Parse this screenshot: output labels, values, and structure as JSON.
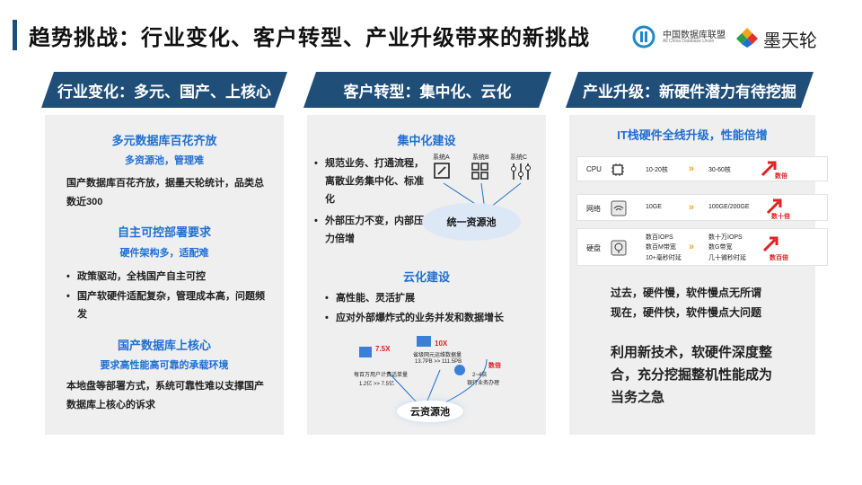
{
  "header": {
    "title": "趋势挑战：行业变化、客户转型、产业升级带来的新挑战",
    "logo1_text": "中国数据库联盟",
    "logo1_sub": "All China Database Union",
    "logo2_text": "墨天轮"
  },
  "columns": [
    {
      "banner": "行业变化：多元、国产、上核心",
      "sections": [
        {
          "heading": "多元数据库百花齐放",
          "subheading": "多资源池，管理难",
          "body": "国产数据库百花齐放，据墨天轮统计，品类总数近300"
        },
        {
          "heading": "自主可控部署要求",
          "subheading": "硬件架构多，适配难",
          "bullets": [
            "政策驱动，全栈国产自主可控",
            "国产软硬件适配复杂，管理成本高，问题频发"
          ]
        },
        {
          "heading": "国产数据库上核心",
          "subheading": "要求高性能高可靠的承载环境",
          "body": "本地盘等部署方式，系统可靠性难以支撑国产数据库上核心的诉求"
        }
      ]
    },
    {
      "banner": "客户转型：集中化、云化",
      "centralize": {
        "heading": "集中化建设",
        "bullets": [
          "规范业务、打通流程，离散业务集中化、标准化",
          "外部压力不变，内部压力倍增"
        ],
        "systems": [
          "系统A",
          "系统B",
          "系统C"
        ],
        "pool_label": "统一资源池"
      },
      "cloud": {
        "heading": "云化建设",
        "bullets": [
          "高性能、灵活扩展",
          "应对外部爆炸式的业务并发和数据增长"
        ],
        "pool_label": "云资源池",
        "items": [
          {
            "ratio": "7.5X",
            "line1": "每百万用户计费话单量",
            "line2": "1.2亿 >> 7.5亿"
          },
          {
            "ratio": "10X",
            "line1": "省级网元运维数据量",
            "line2": "13.7PB >> 111.5PB"
          },
          {
            "ratio": "数倍",
            "line1": "2~4倍",
            "line2": "银行业务办理"
          }
        ]
      }
    },
    {
      "banner": "产业升级：新硬件潜力有待挖掘",
      "heading": "IT栈硬件全线升级，性能倍增",
      "rows": [
        {
          "name": "CPU",
          "icon": "cpu-icon",
          "before": [
            "10-20核"
          ],
          "after": [
            "30-60核"
          ],
          "gain": "数倍"
        },
        {
          "name": "网络",
          "icon": "network-icon",
          "before": [
            "10GE"
          ],
          "after": [
            "100GE/200GE"
          ],
          "gain": "数十倍"
        },
        {
          "name": "硬盘",
          "icon": "disk-icon",
          "before": [
            "数百IOPS",
            "数百M带宽",
            "10+毫秒时延"
          ],
          "after": [
            "数十万IOPS",
            "数G带宽",
            "几十微秒时延"
          ],
          "gain": "数百倍"
        }
      ],
      "notes": [
        "过去，硬件慢，软件慢点无所谓",
        "现在，硬件快，软件慢点大问题"
      ],
      "conclusion": [
        "利用新技术，软硬件深度整",
        "合，充分挖掘整机性能成为",
        "当务之急"
      ]
    }
  ],
  "colors": {
    "accent": "#1f4e79",
    "heading_blue": "#1f6fd1",
    "red": "#e02020",
    "panel": "#efefef"
  }
}
